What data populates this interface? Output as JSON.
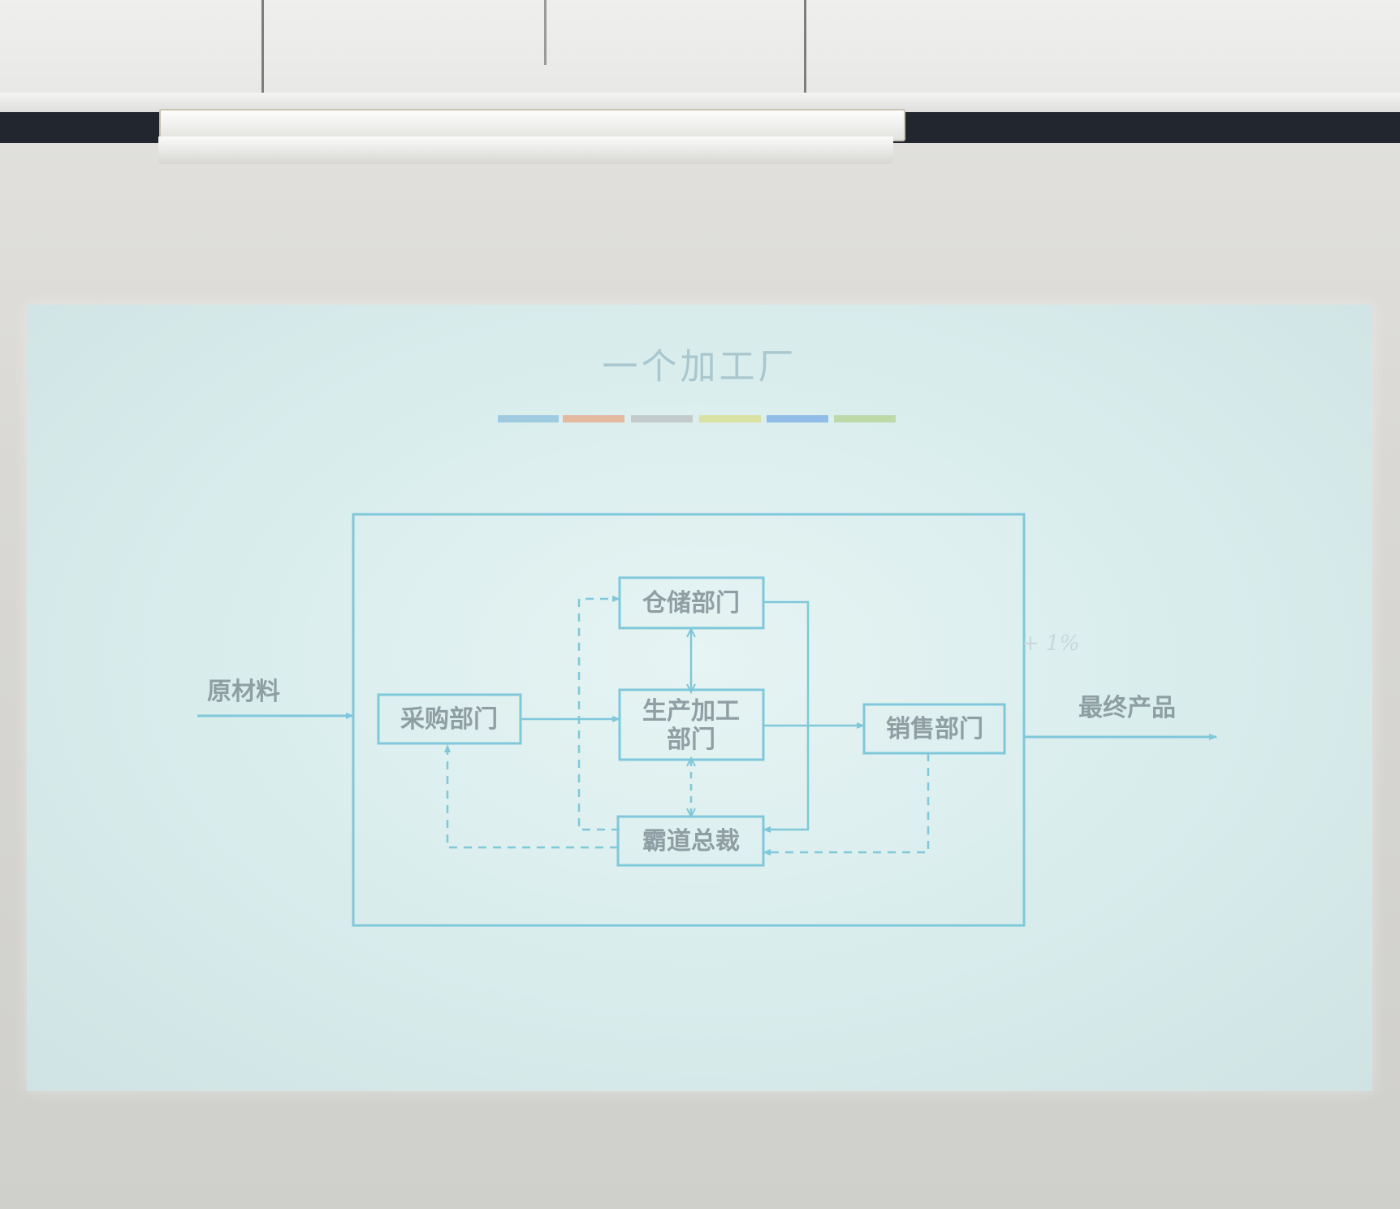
{
  "slide": {
    "title": "一个加工厂",
    "decor_colors": [
      "#9fcbe0",
      "#e4b9a0",
      "#c3cbcc",
      "#d9e2a2",
      "#8fbde6",
      "#bcd9a8"
    ]
  },
  "diagram": {
    "input_label": "原材料",
    "output_label": "最终产品",
    "nodes": {
      "purchasing": "采购部门",
      "warehouse": "仓储部门",
      "production_line1": "生产加工",
      "production_line2": "部门",
      "sales": "销售部门",
      "ceo": "霸道总裁"
    },
    "handwritten_note": "+ 1%"
  },
  "colors": {
    "line": "#7fc8da",
    "text": "#8f9ea2"
  }
}
